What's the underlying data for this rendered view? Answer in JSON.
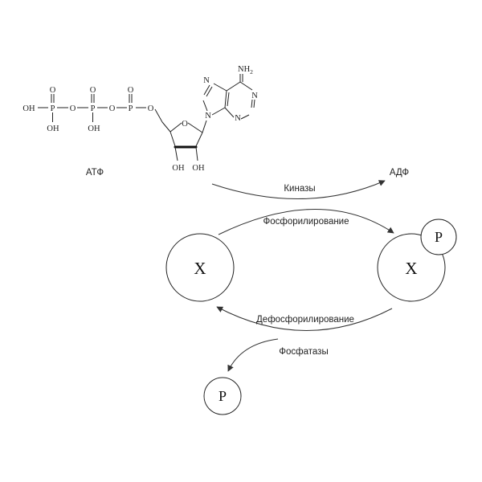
{
  "atp_structure": {
    "phosphorus": "P",
    "oxygen": "O",
    "hydroxyl": "OH",
    "nitrogen": "N",
    "amino": "NH",
    "amino_subscript": "2"
  },
  "labels": {
    "atp": "АТФ",
    "adp": "АДФ",
    "kinases": "Киназы",
    "phosphorylation": "Фосфорилирование",
    "dephosphorylation": "Дефосфорилирование",
    "phosphatases": "Фосфатазы"
  },
  "nodes": {
    "protein_left": "X",
    "protein_right": "X",
    "phosphate_attached": "P",
    "phosphate_released": "P"
  }
}
